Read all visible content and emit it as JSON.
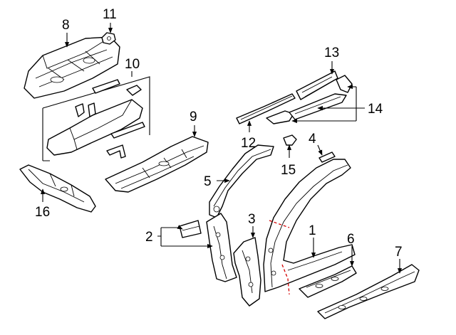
{
  "colors": {
    "line": "#000000",
    "background": "#ffffff",
    "cut_marker": "#d40000"
  },
  "callouts": {
    "c1": "1",
    "c2": "2",
    "c3": "3",
    "c4": "4",
    "c5": "5",
    "c6": "6",
    "c7": "7",
    "c8": "8",
    "c9": "9",
    "c10": "10",
    "c11": "11",
    "c12": "12",
    "c13": "13",
    "c14": "14",
    "c15": "15",
    "c16": "16"
  }
}
